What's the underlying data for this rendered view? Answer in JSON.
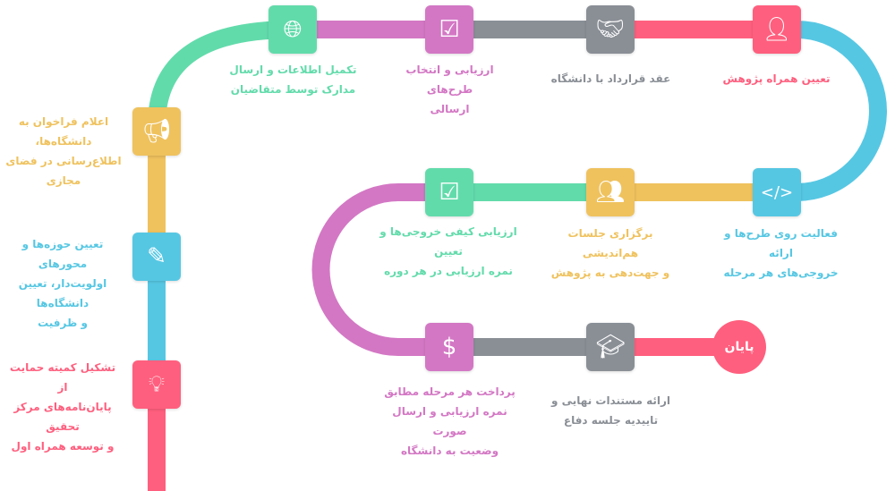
{
  "colors": {
    "red": "#FF5F7E",
    "blue": "#56C7E3",
    "yellow": "#EFC25E",
    "green": "#62DBAB",
    "purple": "#D377C4",
    "gray": "#8A8F96"
  },
  "steps": [
    {
      "label": "تشکیل کمیته حمایت از\nپایان‌نامه‌های مرکز تحقیق\nو توسعه همراه اول",
      "icon": "lightbulb-icon"
    },
    {
      "label": "تعیین حوزه‌ها و محورهای\nاولویت‌دار، تعیین دانشگاه‌ها\nو ظرفیت",
      "icon": "pencil-icon"
    },
    {
      "label": "اعلام فراخوان به دانشگاه‌ها،\nاطلاع‌رسانی در فضای مجازی",
      "icon": "megaphone-icon"
    },
    {
      "label": "تکمیل اطلاعات و ارسال\nمدارک توسط متقاضیان",
      "icon": "globe-icon"
    },
    {
      "label": "ارزیابی و انتخاب طرح‌های\nارسالی",
      "icon": "clipboard-check-icon"
    },
    {
      "label": "عقد قرارداد با دانشگاه",
      "icon": "handshake-icon"
    },
    {
      "label": "تعیین همراه پژوهش",
      "icon": "user-icon"
    },
    {
      "label": "فعالیت روی طرح‌ها و ارائه\nخروجی‌های هر مرحله",
      "icon": "code-window-icon"
    },
    {
      "label": "برگزاری جلسات هم‌اندیشی\nو جهت‌دهی به پژوهش",
      "icon": "team-idea-icon"
    },
    {
      "label": "ارزیابی کیفی خروجی‌ها و تعیین\nنمره ارزیابی در هر دوره",
      "icon": "checklist-icon"
    },
    {
      "label": "پرداخت هر مرحله مطابق\nنمره ارزیابی و ارسال صورت\nوضعیت به دانشگاه",
      "icon": "payment-icon"
    },
    {
      "label": "ارائه مستندات نهایی و\nتاییدیه جلسه دفاع",
      "icon": "graduate-icon"
    }
  ],
  "end_label": "پایان"
}
